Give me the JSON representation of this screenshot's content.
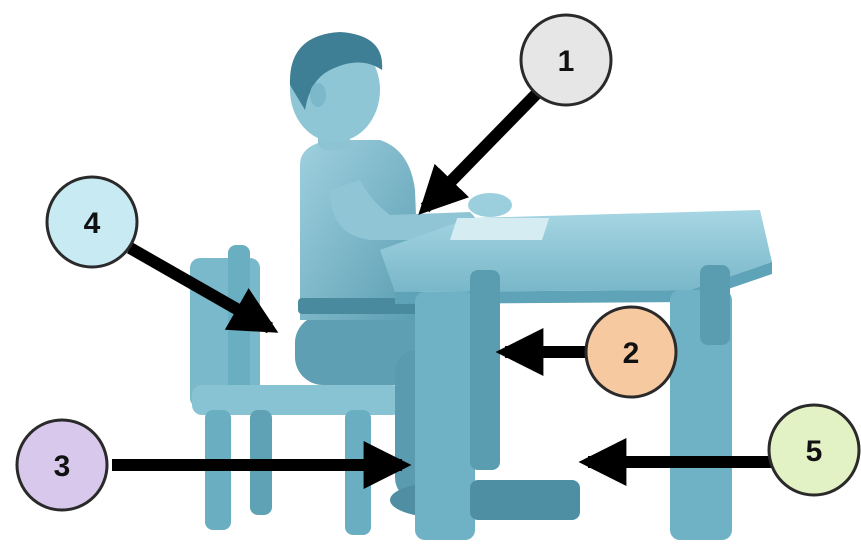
{
  "callouts": [
    {
      "label": "1",
      "color": "#e6e6e6",
      "points_to": "forearms-on-desk"
    },
    {
      "label": "2",
      "color": "#f7c9a0",
      "points_to": "desk-leg"
    },
    {
      "label": "3",
      "color": "#d8c9ec",
      "points_to": "feet-on-footrest"
    },
    {
      "label": "4",
      "color": "#c8eaf3",
      "points_to": "lower-back-against-chair"
    },
    {
      "label": "5",
      "color": "#e3f2c4",
      "points_to": "footrest"
    }
  ],
  "colors": {
    "figure": "#6fb1c4",
    "figure_shadow": "#4f92a8",
    "figure_light": "#a9d4e0",
    "arrow": "#000000"
  }
}
